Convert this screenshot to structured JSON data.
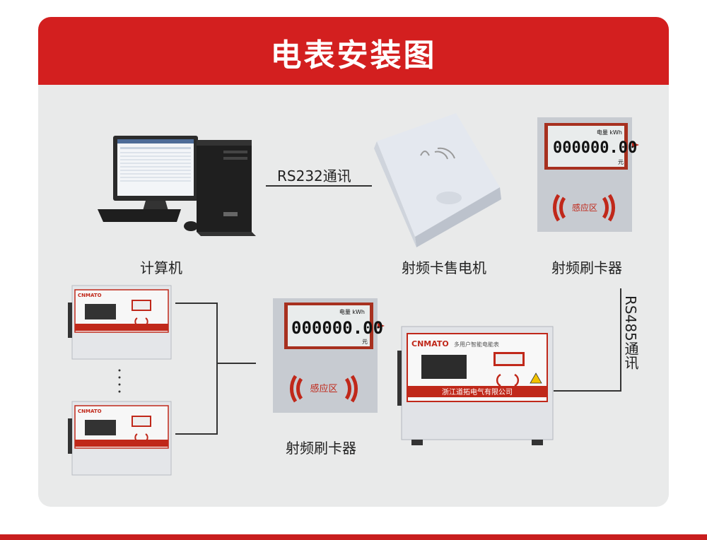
{
  "header": {
    "title": "电表安装图"
  },
  "labels": {
    "computer": "计算机",
    "rf_sell_machine": "射频卡售电机",
    "rf_reader_top": "射频刷卡器",
    "rf_reader_mid": "射频刷卡器",
    "rs232": "RS232通讯",
    "rs485": "RS485通讯"
  },
  "card_reader": {
    "lcd_header": "电量 kWh",
    "lcd_value": "000000.00",
    "lcd_unit": "元",
    "sense_zone": "感应区"
  },
  "meter": {
    "brand": "CNMATO",
    "type": "多用户智能电能表",
    "company": "浙江道拓电气有限公司"
  },
  "colors": {
    "brand_red": "#d31f1f",
    "card_bg": "#e9eaea"
  }
}
